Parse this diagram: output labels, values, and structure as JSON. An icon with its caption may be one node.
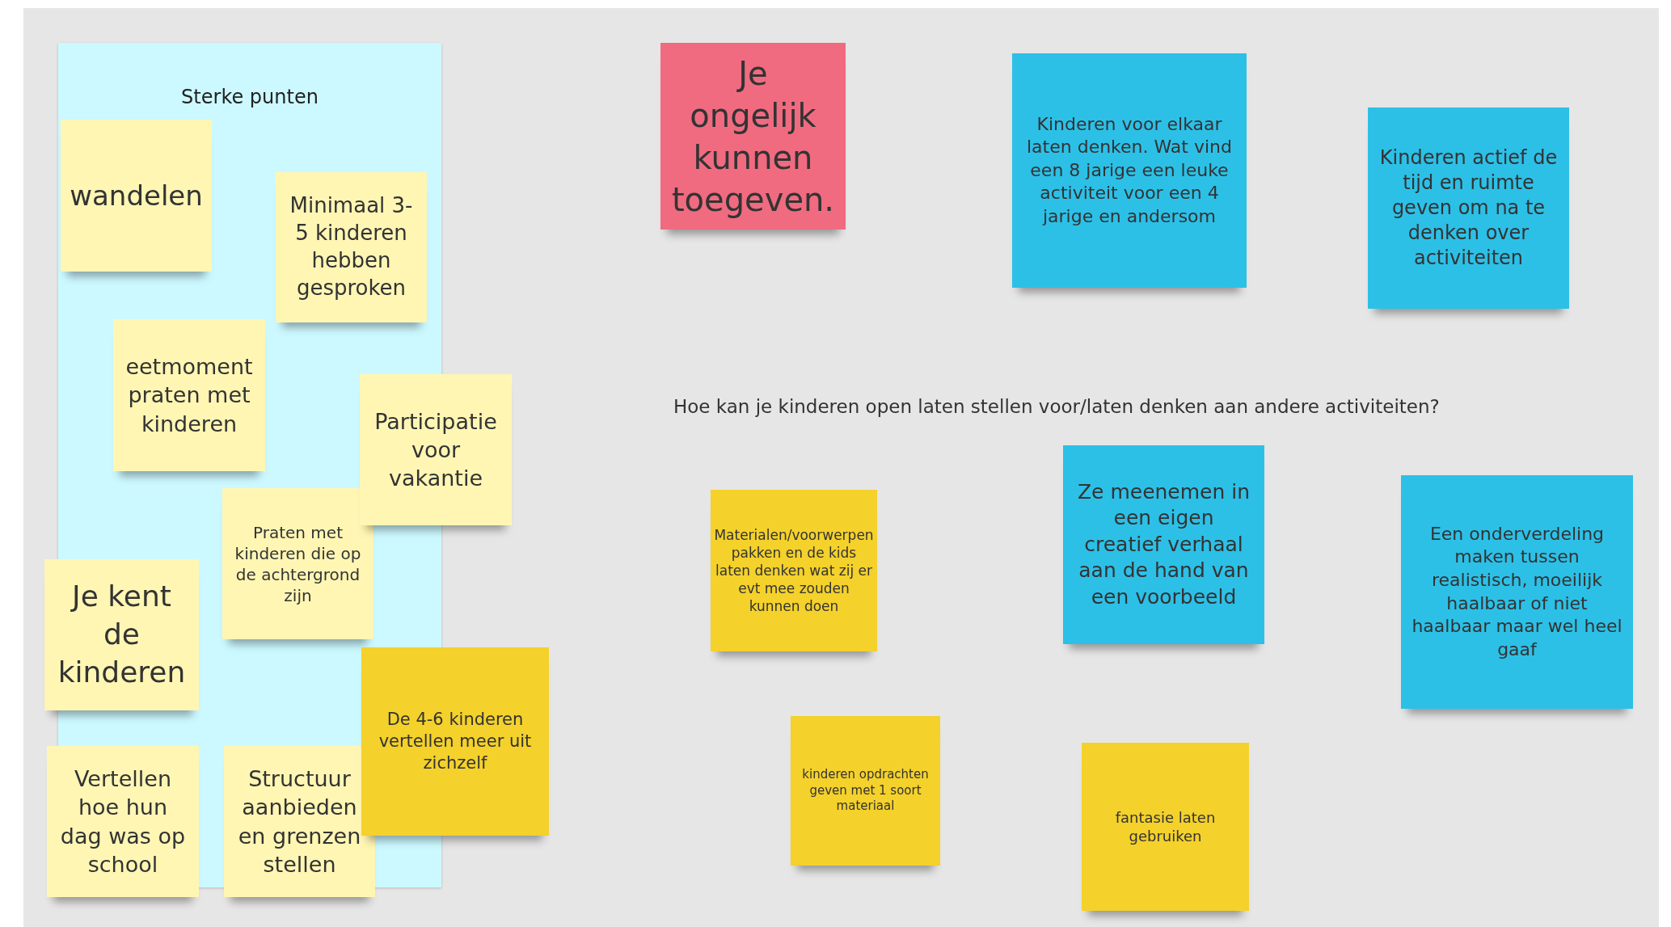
{
  "diagram": {
    "nodes": [
      {
        "text": [
          "Sterke punten"
        ]
      },
      {
        "text": [
          "wandelen"
        ],
        "in": 0
      },
      {
        "text": [
          "Minimaal 3-5 kinderen hebben gesproken"
        ],
        "in": 0
      },
      {
        "text": [
          "eetmoment praten met kinderen"
        ],
        "in": 0
      },
      {
        "text": [
          "Participatie voor vakantie"
        ]
      },
      {
        "text": [
          "Praten met kinderen die op de achtergrond zijn"
        ],
        "in": 0
      },
      {
        "text": [
          "Je kent de kinderen"
        ]
      },
      {
        "text": [
          "De 4-6 kinderen vertellen meer uit zichzelf"
        ]
      },
      {
        "text": [
          "Vertellen hoe hun dag was op school"
        ]
      },
      {
        "text": [
          "Structuur aanbieden en grenzen stellen"
        ],
        "in": 0
      },
      {
        "text": [
          "Je ongelijk kunnen toegeven."
        ]
      },
      {
        "text": [
          "Kinderen voor elkaar laten denken. Wat vind een 8 jarige een leuke activiteit voor een 4 jarige en andersom"
        ]
      },
      {
        "text": [
          "Kinderen actief de tijd en ruimte geven om na te denken over activiteiten"
        ]
      },
      {
        "text": [
          "Materialen/voorwerpen pakken en de kids laten denken wat zij er evt mee zouden kunnen doen"
        ]
      },
      {
        "text": [
          "Ze meenemen in een eigen creatief verhaal aan de hand van een voorbeeld"
        ]
      },
      {
        "text": [
          "Een onderverdeling maken tussen realistisch, moeilijk haalbaar of niet haalbaar maar wel heel gaaf"
        ]
      },
      {
        "text": [
          "kinderen opdrachten geven met 1 soort materiaal"
        ]
      },
      {
        "text": [
          "fantasie laten gebruiken"
        ]
      }
    ],
    "labels": [
      "Hoe kan je kinderen open laten stellen voor/laten denken aan andere activiteiten?"
    ]
  }
}
